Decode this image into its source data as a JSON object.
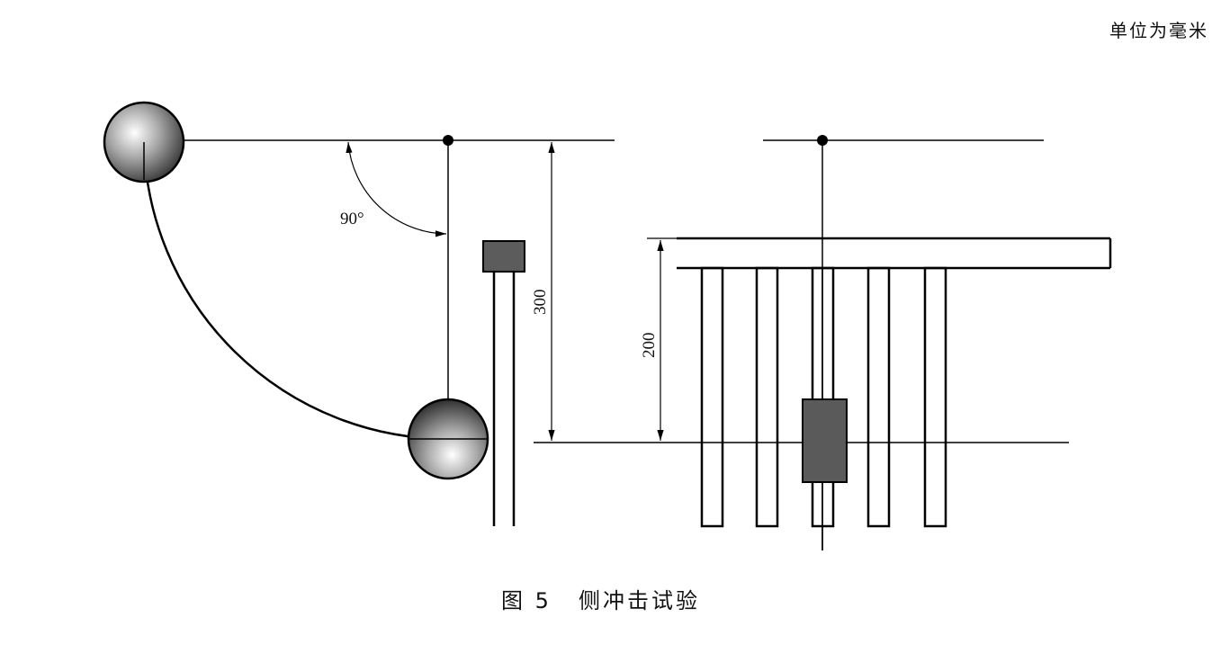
{
  "unit_note": "单位为毫米",
  "angle_label": "90°",
  "dim_300": "300",
  "dim_200": "200",
  "caption_number": "图 5",
  "caption_title": "侧冲击试验",
  "colors": {
    "line": "#000000",
    "block_light": "#5c5c5c",
    "block_dark": "#5a5a5a",
    "ball_highlight": "#ffffff",
    "ball_shadow": "#333333"
  }
}
